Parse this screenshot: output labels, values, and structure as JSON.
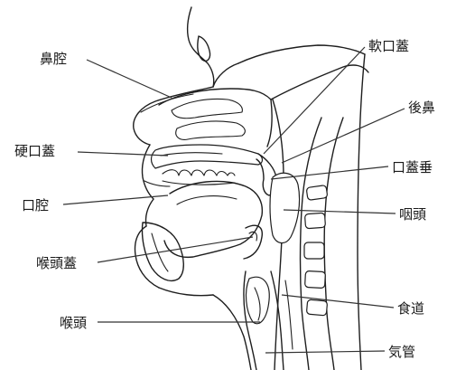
{
  "diagram": {
    "labels": {
      "nasal_cavity": "鼻腔",
      "soft_palate": "軟口蓋",
      "nasopharynx": "後鼻",
      "hard_palate": "硬口蓋",
      "uvula": "口蓋垂",
      "oral_cavity": "口腔",
      "pharynx": "咽頭",
      "epiglottis": "喉頭蓋",
      "esophagus": "食道",
      "larynx": "喉頭",
      "trachea": "気管"
    }
  }
}
